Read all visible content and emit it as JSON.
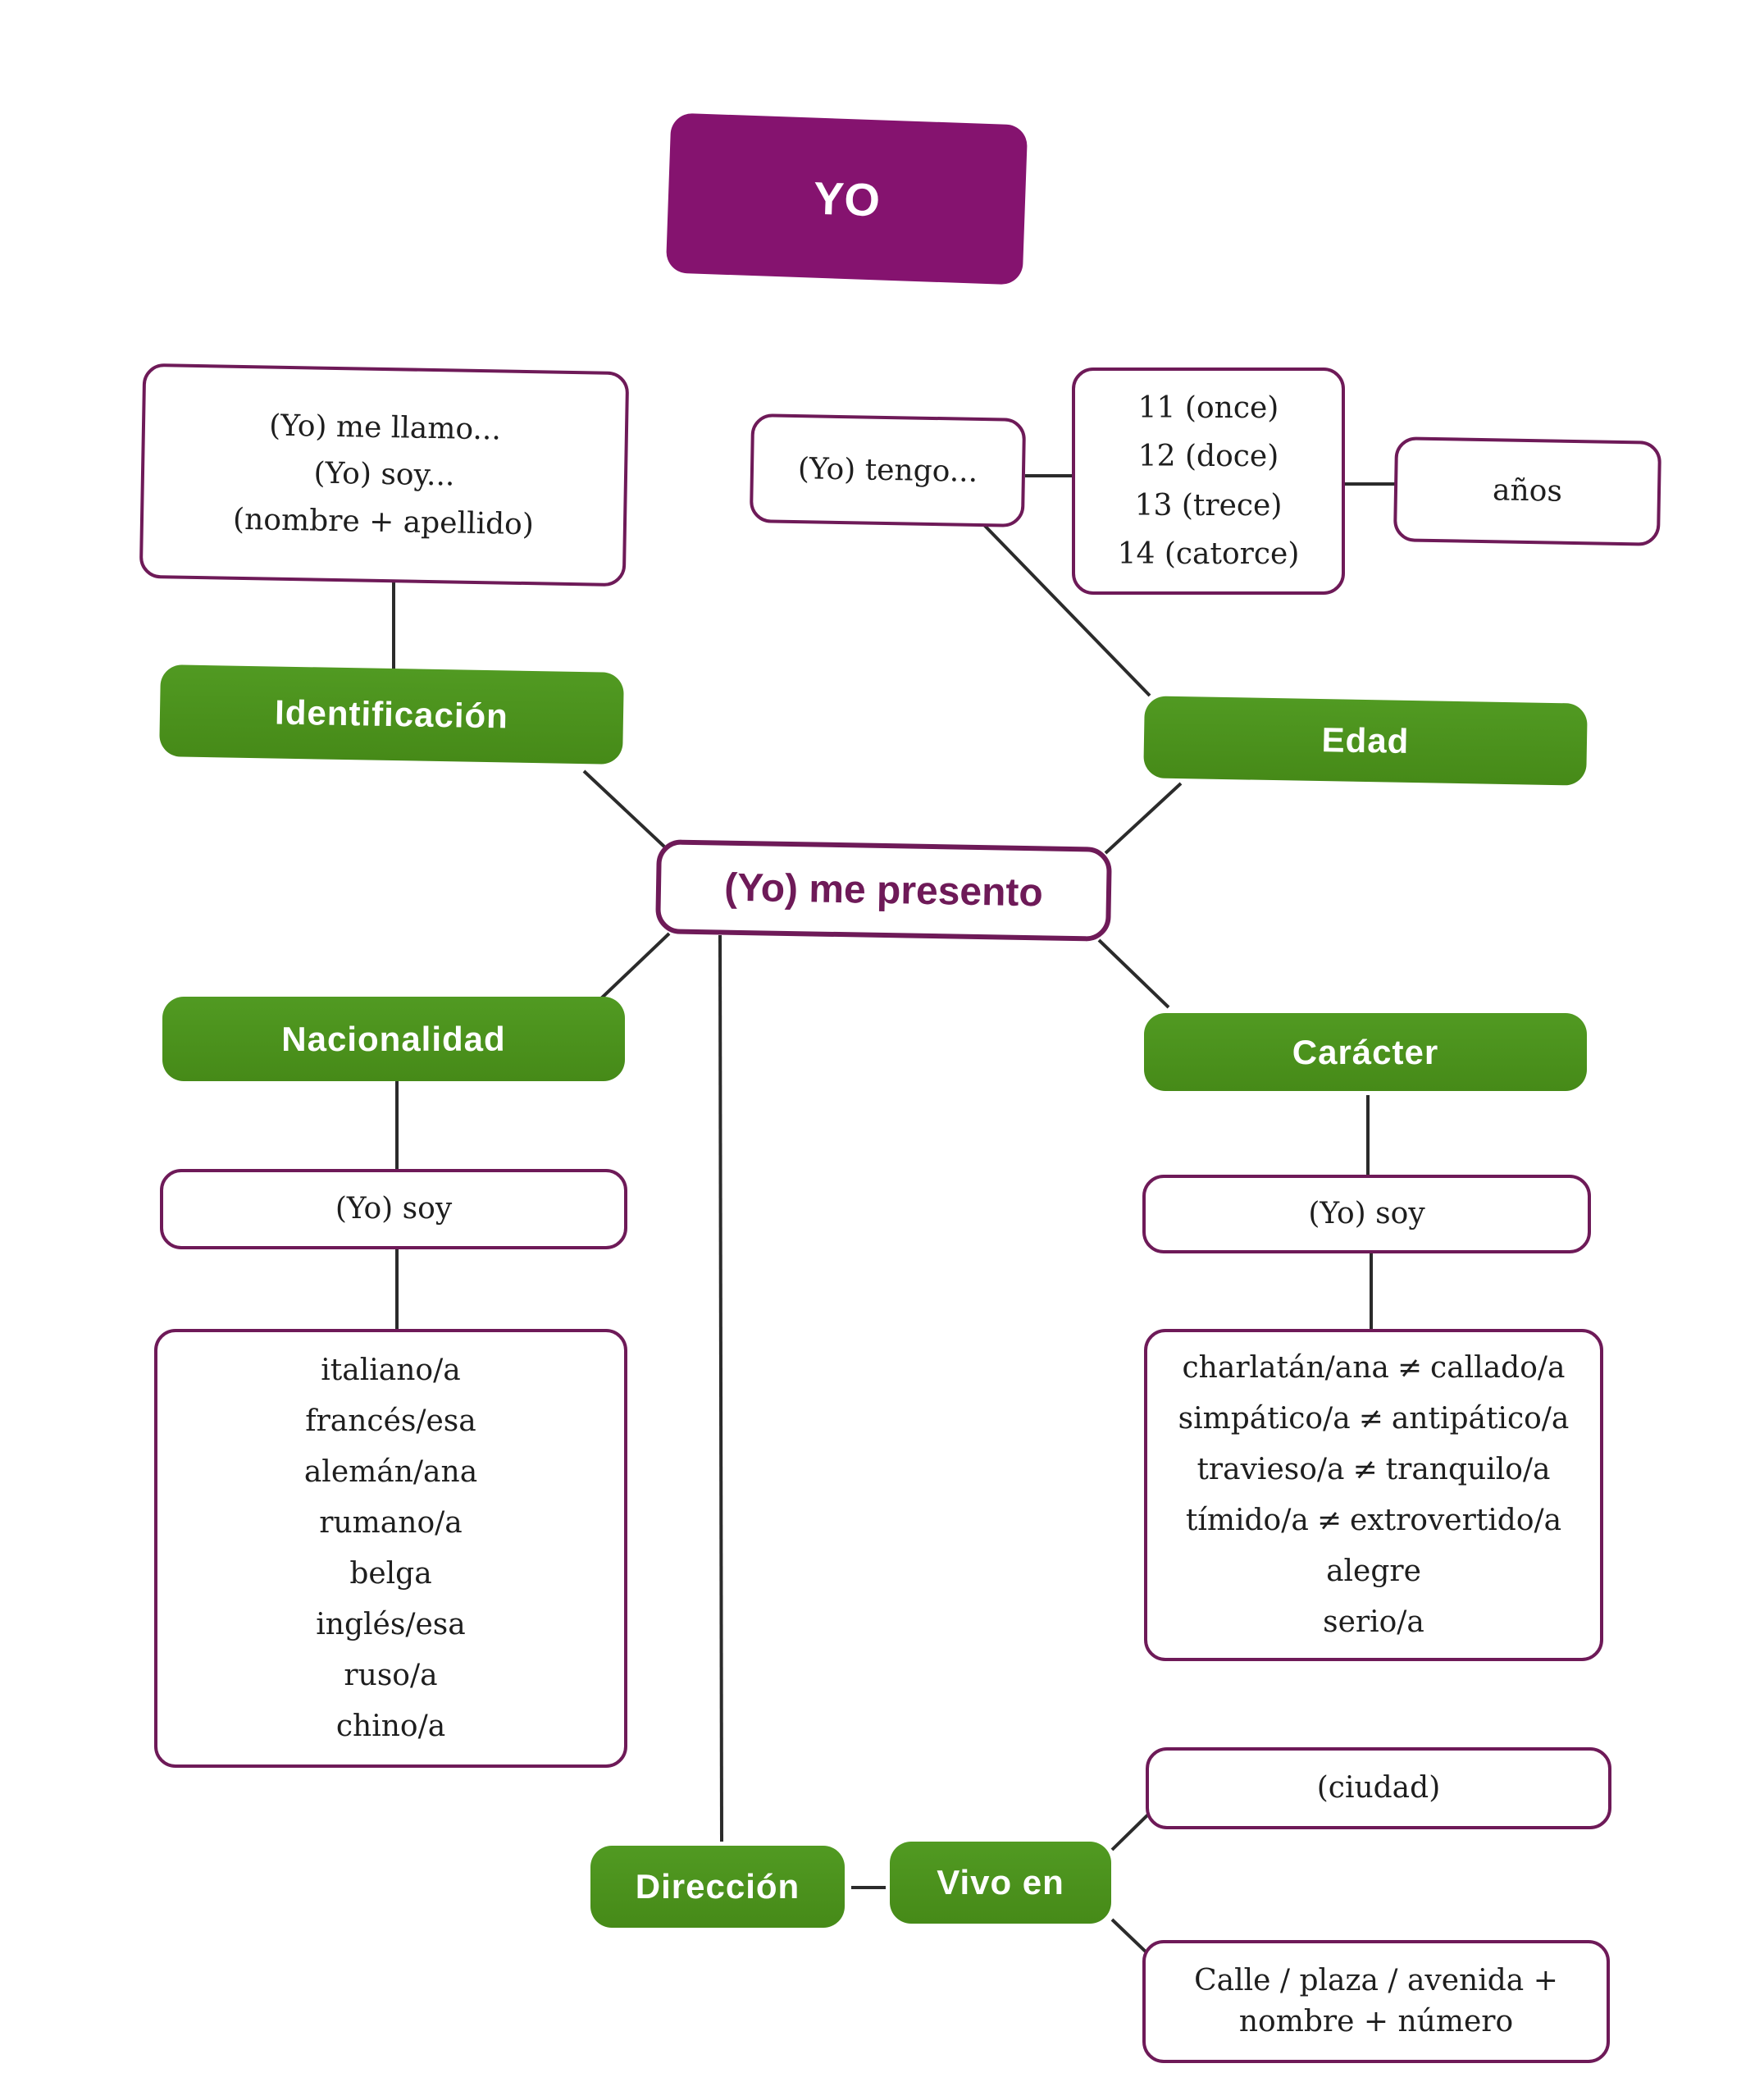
{
  "title": "YO",
  "center": "(Yo) me presento",
  "colors": {
    "title_bg": "#85136f",
    "category_bg": "#4a8f1c",
    "box_border": "#6e1a58",
    "center_text": "#6e1a58",
    "connector": "#2b2b2b"
  },
  "identificacion": {
    "label": "Identificación",
    "phrases": [
      "(Yo) me llamo...",
      "(Yo) soy...",
      "(nombre + apellido)"
    ]
  },
  "edad": {
    "label": "Edad",
    "verb": "(Yo) tengo...",
    "ages": [
      "11 (once)",
      "12 (doce)",
      "13 (trece)",
      "14 (catorce)"
    ],
    "unit": "años"
  },
  "nacionalidad": {
    "label": "Nacionalidad",
    "verb": "(Yo) soy",
    "items": [
      "italiano/a",
      "francés/esa",
      "alemán/ana",
      "rumano/a",
      "belga",
      "inglés/esa",
      "ruso/a",
      "chino/a"
    ]
  },
  "caracter": {
    "label": "Carácter",
    "verb": "(Yo) soy",
    "opposites": [
      {
        "left": "charlatán/ana",
        "symbol": "≠",
        "right": "callado/a"
      },
      {
        "left": "simpático/a",
        "symbol": "≠",
        "right": "antipático/a"
      },
      {
        "left": "travieso/a",
        "symbol": "≠",
        "right": "tranquilo/a"
      },
      {
        "left": "tímido/a",
        "symbol": "≠",
        "right": "extrovertido/a"
      }
    ],
    "singles": [
      "alegre",
      "serio/a"
    ]
  },
  "direccion": {
    "label": "Dirección",
    "verb": "Vivo en",
    "city": "(ciudad)",
    "street": [
      "Calle / plaza / avenida +",
      "nombre + número"
    ]
  }
}
